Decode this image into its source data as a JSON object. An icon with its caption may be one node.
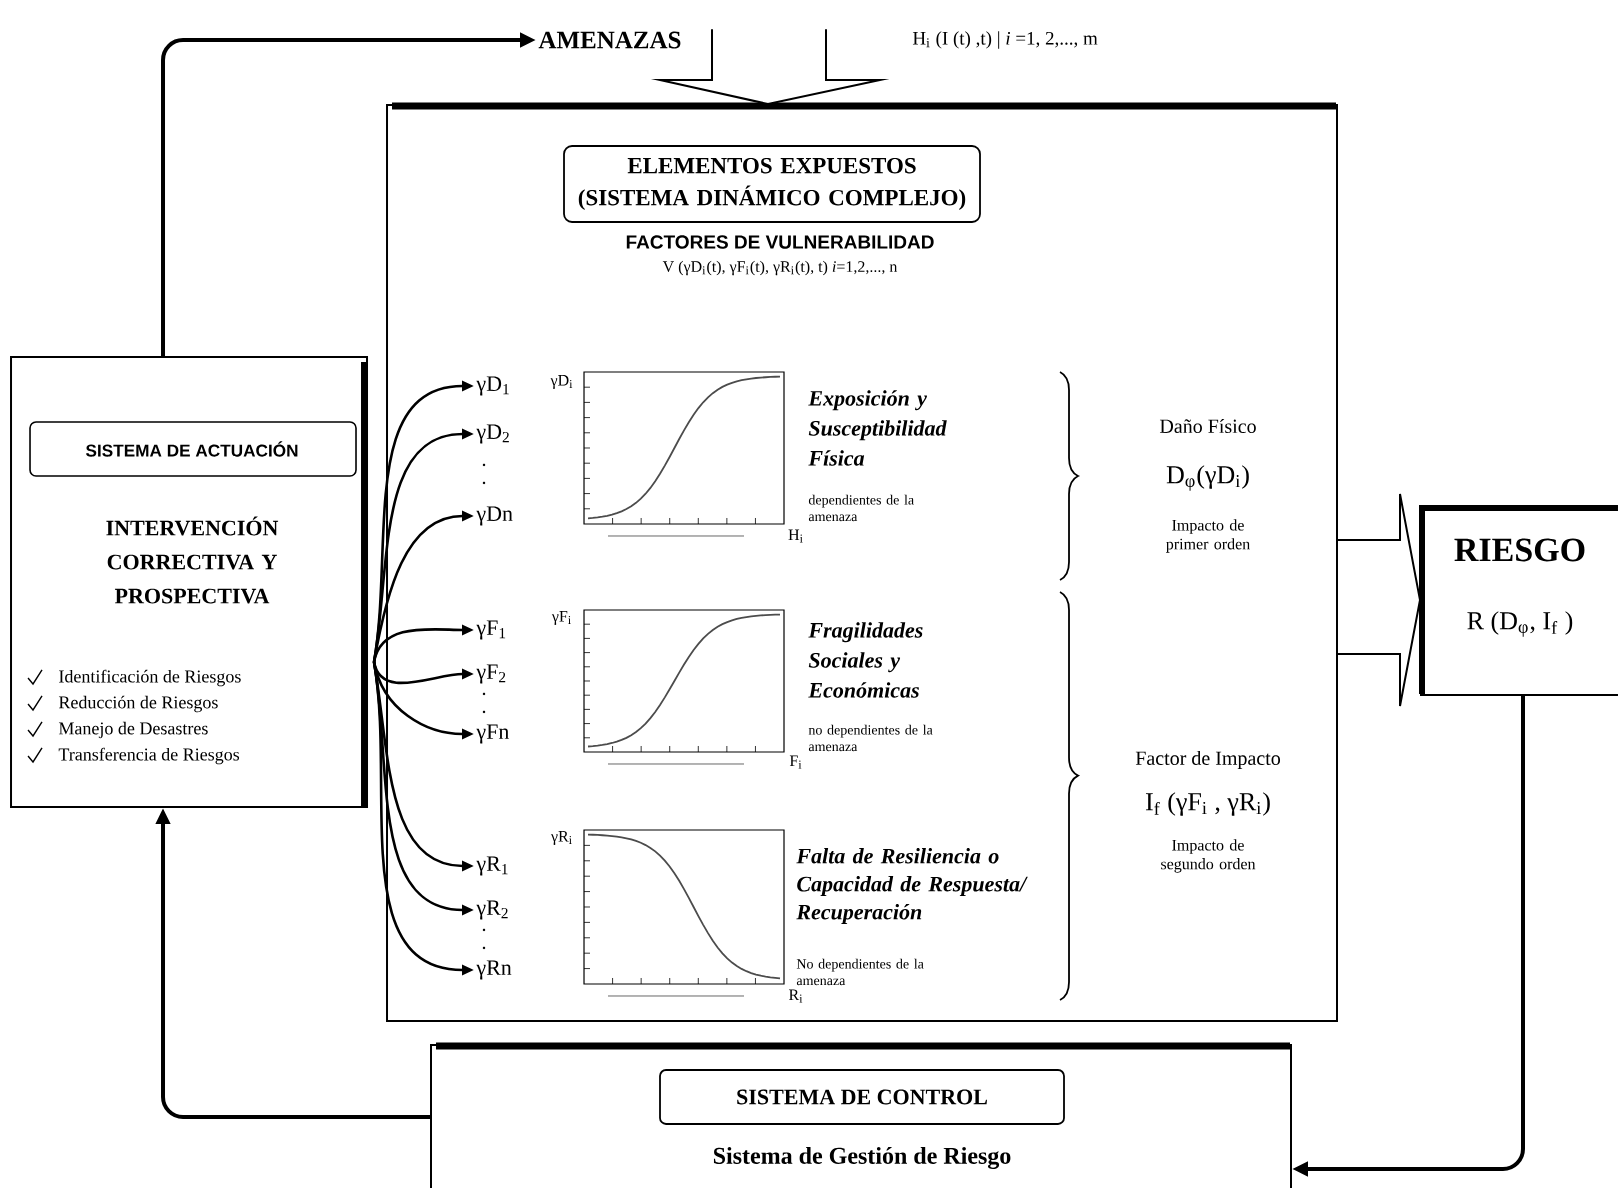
{
  "diagram": {
    "nodes": [
      {
        "text": [
          "AMENAZAS"
        ]
      },
      {
        "text": [
          "SISTEMA DE ACTUACIÓN",
          "INTERVENCIÓN CORRECTIVA Y PROSPECTIVA",
          "Identificación de Riesgos",
          "Reducción de Riesgos",
          "Manejo de Desastres",
          "Transferencia de Riesgos"
        ]
      },
      {
        "text": [
          "ELEMENTOS EXPUESTOS (SISTEMA DINÁMICO COMPLEJO)",
          "FACTORES DE VULNERABILIDAD",
          "V (γD$_{i}$(t), γF$_{i}$(t), γR$_{i}$(t), t) *i*=1,2,..., n"
        ]
      },
      {
        "text": [
          "RIESGO",
          "R (D$_{φ}$, I$_{f}$ )"
        ]
      },
      {
        "text": [
          "SISTEMA DE CONTROL",
          "Sistema de Gestión de Riesgo"
        ]
      },
      {
        "text": [
          "γD$_{1}$"
        ],
        "in": 2
      },
      {
        "text": [
          "γD$_{2}$"
        ],
        "in": 2
      },
      {
        "text": [
          "γDn"
        ],
        "in": 2
      },
      {
        "text": [
          "γF$_{1}$"
        ],
        "in": 2
      },
      {
        "text": [
          "γF$_{2}$"
        ],
        "in": 2
      },
      {
        "text": [
          "γFn"
        ],
        "in": 2
      },
      {
        "text": [
          "γR$_{1}$"
        ],
        "in": 2
      },
      {
        "text": [
          "γR$_{2}$"
        ],
        "in": 2
      },
      {
        "text": [
          "γRn"
        ],
        "in": 2
      }
    ],
    "edges": [
      {
        "from": 1,
        "to": 0,
        "arrow": "to"
      },
      {
        "from": 0,
        "to": 2,
        "arrow": "to"
      },
      {
        "from": 2,
        "to": 3,
        "arrow": "to"
      },
      {
        "from": 3,
        "to": 4,
        "arrow": "to"
      },
      {
        "from": 4,
        "to": 1,
        "arrow": "to"
      },
      {
        "from": 1,
        "to": 5,
        "arrow": "to"
      },
      {
        "from": 1,
        "to": 6,
        "arrow": "to"
      },
      {
        "from": 1,
        "to": 7,
        "arrow": "to"
      },
      {
        "from": 1,
        "to": 8,
        "arrow": "to"
      },
      {
        "from": 1,
        "to": 9,
        "arrow": "to"
      },
      {
        "from": 1,
        "to": 10,
        "arrow": "to"
      },
      {
        "from": 1,
        "to": 11,
        "arrow": "to"
      },
      {
        "from": 1,
        "to": 12,
        "arrow": "to"
      },
      {
        "from": 1,
        "to": 13,
        "arrow": "to"
      }
    ],
    "labels": [
      "H$_{i}$ (I (t) ,t) | *i* =1, 2,..., m",
      "γD$_{i}$",
      "Exposición y Susceptibilidad Física",
      "dependientes de la amenaza",
      "Daño Físico",
      "D$_{φ}$(γD$_{i}$)",
      "Impacto de primer orden",
      "H$_{i}$",
      "γF$_{i}$",
      "Fragilidades Sociales y Económicas",
      "no dependientes de la amenaza",
      "Factor de Impacto",
      "I$_{f}$ (γF$_{i}$ , γR$_{i}$)",
      "Impacto de segundo orden",
      "F$_{i}$",
      "γR$_{i}$",
      "Falta de Resiliencia o Capacidad de Respuesta/ Recuperación",
      "No dependientes de la amenaza",
      "R$_{i}$"
    ]
  }
}
